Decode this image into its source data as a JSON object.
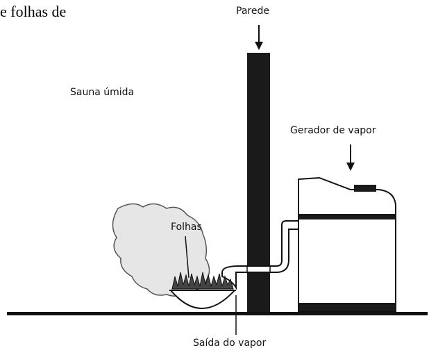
{
  "top_text_fragment": "e folhas de",
  "labels": {
    "wall": "Parede",
    "wet_sauna": "Sauna úmida",
    "steam_generator": "Gerador de vapor",
    "leaves": "Folhas",
    "steam_outlet": "Saída do vapor"
  },
  "colors": {
    "wall": "#1a1a1a",
    "line": "#111111",
    "steam_cloud": "#e6e6e6",
    "background": "#ffffff"
  }
}
